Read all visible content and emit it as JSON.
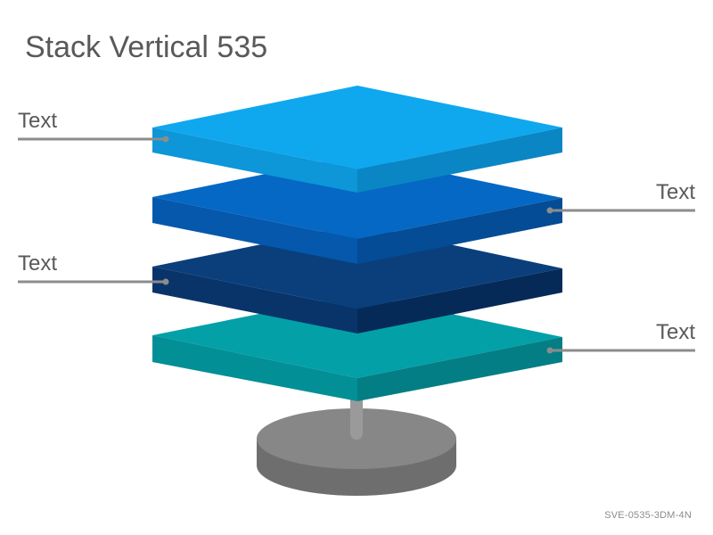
{
  "title": "Stack Vertical 535",
  "footer_code": "SVE-0535-3DM-4N",
  "labels": [
    "Text",
    "Text",
    "Text",
    "Text"
  ],
  "colors": {
    "layer1": {
      "top": "#0FA8EF",
      "left": "#0D96D8",
      "right": "#0A86C4"
    },
    "layer2": {
      "top": "#0568C4",
      "left": "#0558AB",
      "right": "#044C95"
    },
    "layer3": {
      "top": "#0A3F7C",
      "left": "#08346A",
      "right": "#062A58"
    },
    "layer4": {
      "top": "#03A0A8",
      "left": "#038F96",
      "right": "#027E84"
    },
    "base": {
      "top": "#878787",
      "side": "#6E6E6E"
    },
    "pole": "#9A9A9A",
    "leader": "#8C8C8C",
    "text": "#595959"
  }
}
